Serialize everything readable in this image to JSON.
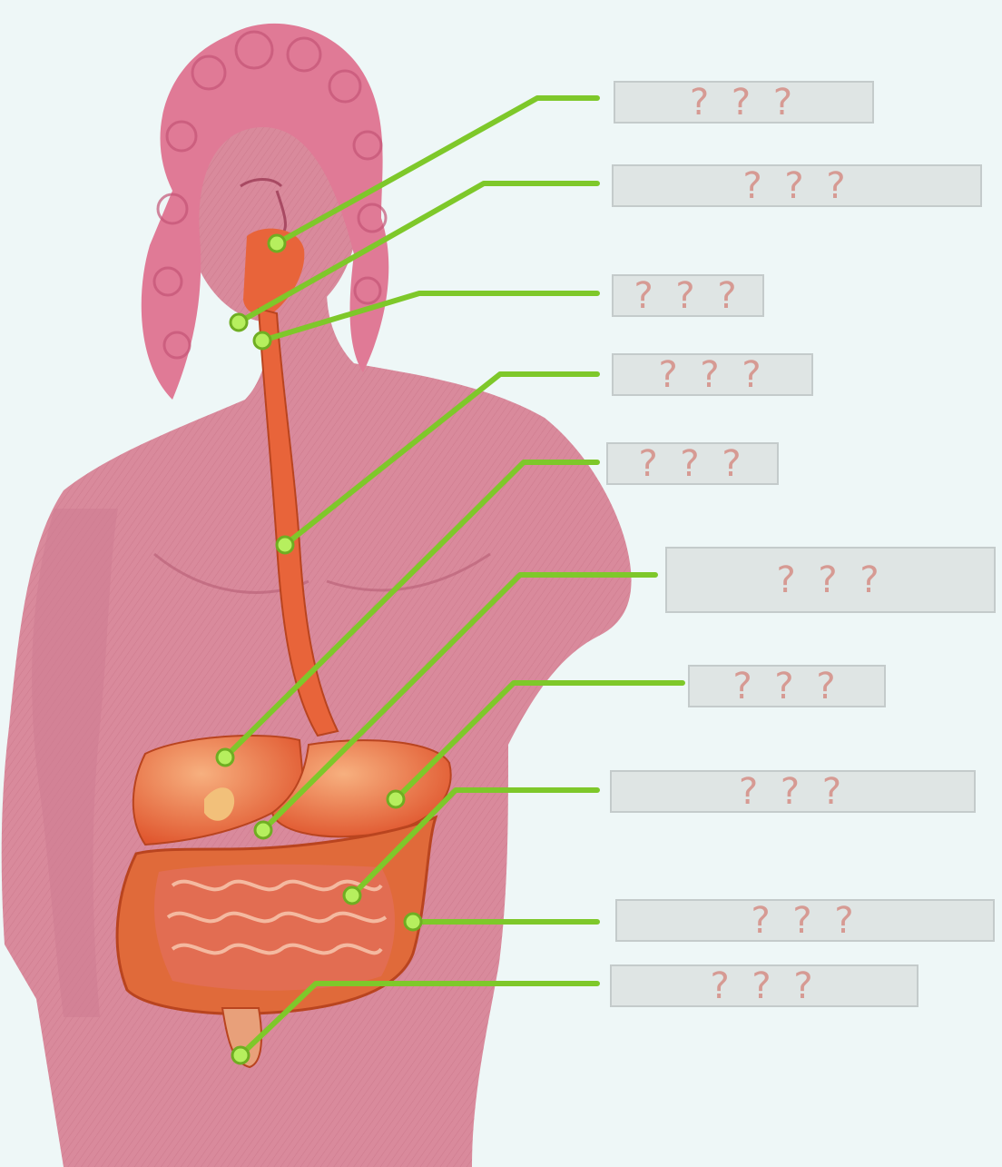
{
  "diagram": {
    "colors": {
      "background": "#eef7f7",
      "skin": "#d98a9c",
      "skin_dark": "#c8677f",
      "hair": "#e07a96",
      "organ": "#e8643a",
      "organ_light": "#f29a6e",
      "intestine": "#d84e2e",
      "leader_line": "#7ec82a",
      "label_fill": "#dfe5e4",
      "label_text": "#d69a93"
    },
    "labels": [
      {
        "id": "mouth",
        "text": "? ? ?"
      },
      {
        "id": "pharynx",
        "text": "? ? ?"
      },
      {
        "id": "epiglottis",
        "text": "? ? ?"
      },
      {
        "id": "esophagus",
        "text": "? ? ?"
      },
      {
        "id": "liver",
        "text": "? ? ?"
      },
      {
        "id": "gallbladder",
        "text": "? ? ?"
      },
      {
        "id": "stomach",
        "text": "? ? ?"
      },
      {
        "id": "small-intestine",
        "text": "? ? ?"
      },
      {
        "id": "large-intestine",
        "text": "? ? ?"
      },
      {
        "id": "rectum",
        "text": "? ? ?"
      }
    ]
  }
}
